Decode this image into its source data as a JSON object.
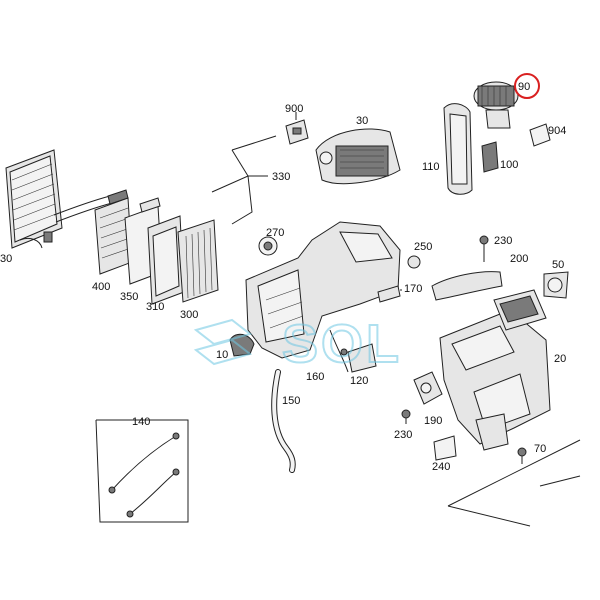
{
  "diagram": {
    "callouts": [
      {
        "id": "c900",
        "text": "900"
      },
      {
        "id": "c30a",
        "text": "30"
      },
      {
        "id": "c90",
        "text": "90"
      },
      {
        "id": "c904",
        "text": "904"
      },
      {
        "id": "c110",
        "text": "110"
      },
      {
        "id": "c100",
        "text": "100"
      },
      {
        "id": "c330",
        "text": "330"
      },
      {
        "id": "c30b",
        "text": "30"
      },
      {
        "id": "c400",
        "text": "400"
      },
      {
        "id": "c350",
        "text": "350"
      },
      {
        "id": "c310",
        "text": "310"
      },
      {
        "id": "c300",
        "text": "300"
      },
      {
        "id": "c270",
        "text": "270"
      },
      {
        "id": "c250",
        "text": "250"
      },
      {
        "id": "c230a",
        "text": "230"
      },
      {
        "id": "c200",
        "text": "200"
      },
      {
        "id": "c50",
        "text": "50"
      },
      {
        "id": "c170",
        "text": "170"
      },
      {
        "id": "c10",
        "text": "10"
      },
      {
        "id": "c20",
        "text": "20"
      },
      {
        "id": "c160",
        "text": "160"
      },
      {
        "id": "c120",
        "text": "120"
      },
      {
        "id": "c150",
        "text": "150"
      },
      {
        "id": "c140",
        "text": "140"
      },
      {
        "id": "c190",
        "text": "190"
      },
      {
        "id": "c230b",
        "text": "230"
      },
      {
        "id": "c70",
        "text": "70"
      },
      {
        "id": "c240",
        "text": "240"
      }
    ],
    "highlight": {
      "ref": "90",
      "color": "#d92020"
    },
    "watermark": {
      "text": "SOL",
      "color": "#6ec7e3"
    }
  }
}
